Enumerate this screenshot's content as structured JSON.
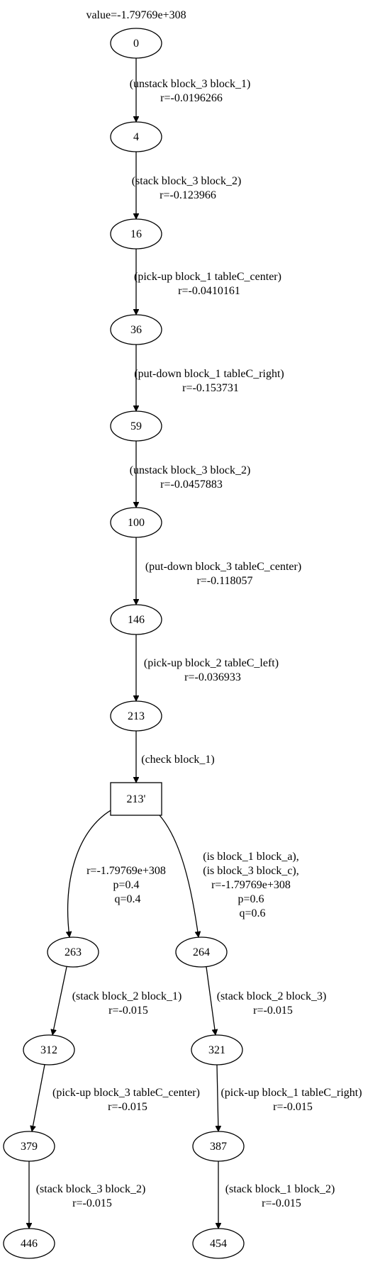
{
  "graph": {
    "header": "value=-1.79769e+308",
    "nodes": {
      "n0": "0",
      "n4": "4",
      "n16": "16",
      "n36": "36",
      "n59": "59",
      "n100": "100",
      "n146": "146",
      "n213": "213",
      "n213p": "213'",
      "n263": "263",
      "n264": "264",
      "n312": "312",
      "n321": "321",
      "n379": "379",
      "n387": "387",
      "n446": "446",
      "n454": "454"
    },
    "edges": {
      "e0_4": [
        "(unstack block_3 block_1)",
        "r=-0.0196266"
      ],
      "e4_16": [
        "(stack block_3 block_2)",
        "r=-0.123966"
      ],
      "e16_36": [
        "(pick-up block_1 tableC_center)",
        "r=-0.0410161"
      ],
      "e36_59": [
        "(put-down block_1 tableC_right)",
        "r=-0.153731"
      ],
      "e59_100": [
        "(unstack block_3 block_2)",
        "r=-0.0457883"
      ],
      "e100_146": [
        "(put-down block_3 tableC_center)",
        "r=-0.118057"
      ],
      "e146_213": [
        "(pick-up block_2 tableC_left)",
        "r=-0.036933"
      ],
      "e213_213p": [
        "(check block_1)"
      ],
      "e213p_263": [
        "r=-1.79769e+308",
        "p=0.4",
        "q=0.4"
      ],
      "e213p_264": [
        "(is block_1 block_a),",
        "(is block_3 block_c),",
        "r=-1.79769e+308",
        "p=0.6",
        "q=0.6"
      ],
      "e263_312": [
        "(stack block_2 block_1)",
        "r=-0.015"
      ],
      "e264_321": [
        "(stack block_2 block_3)",
        "r=-0.015"
      ],
      "e312_379": [
        "(pick-up block_3 tableC_center)",
        "r=-0.015"
      ],
      "e321_387": [
        "(pick-up block_1 tableC_right)",
        "r=-0.015"
      ],
      "e379_446": [
        "(stack block_3 block_2)",
        "r=-0.015"
      ],
      "e387_454": [
        "(stack block_1 block_2)",
        "r=-0.015"
      ]
    }
  }
}
